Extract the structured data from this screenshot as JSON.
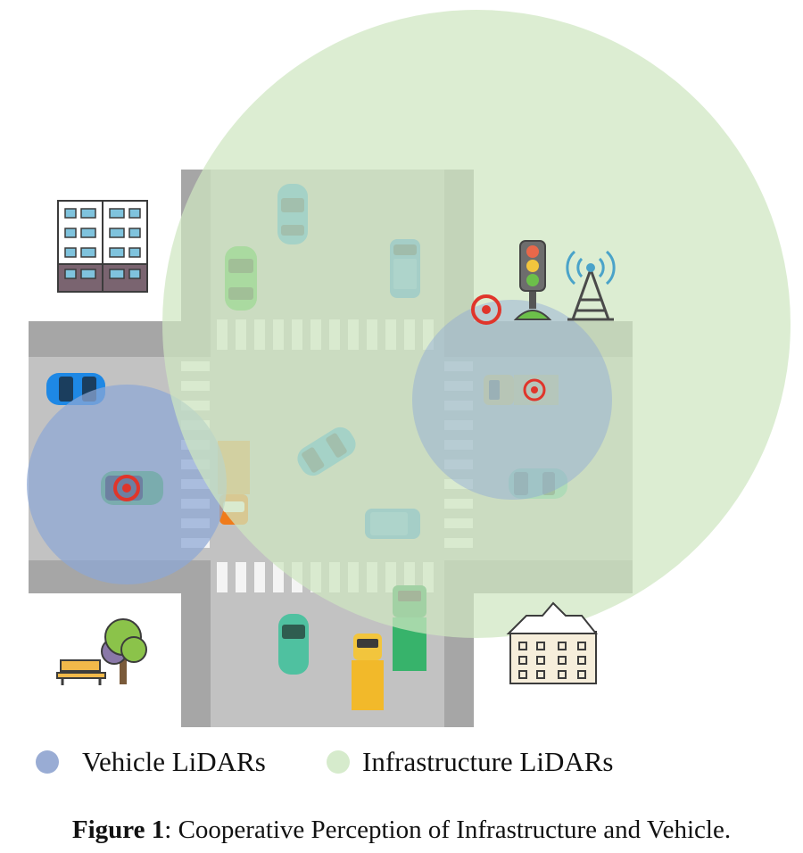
{
  "legend": {
    "items": [
      {
        "label": "Vehicle LiDARs",
        "color": "#99acd4"
      },
      {
        "label": "Infrastructure LiDARs",
        "color": "#d6ebcc"
      }
    ]
  },
  "caption": {
    "prefix": "Figure 1",
    "text": ": Cooperative Perception of Infrastructure and Vehicle."
  },
  "colors": {
    "road": "#c2c2c2",
    "sidewalk": "#a6a6a6",
    "crosswalk": "#f4f4f4",
    "infrastructure_coverage": "#cfe6c1",
    "vehicle_coverage": "#8ea8d6",
    "target_marker": "#e0352b"
  },
  "icons": [
    "apartment-building-icon",
    "traffic-light-icon",
    "signal-tower-icon",
    "target-marker-icon",
    "bench-icon",
    "tree-icon",
    "townhouse-icon"
  ]
}
